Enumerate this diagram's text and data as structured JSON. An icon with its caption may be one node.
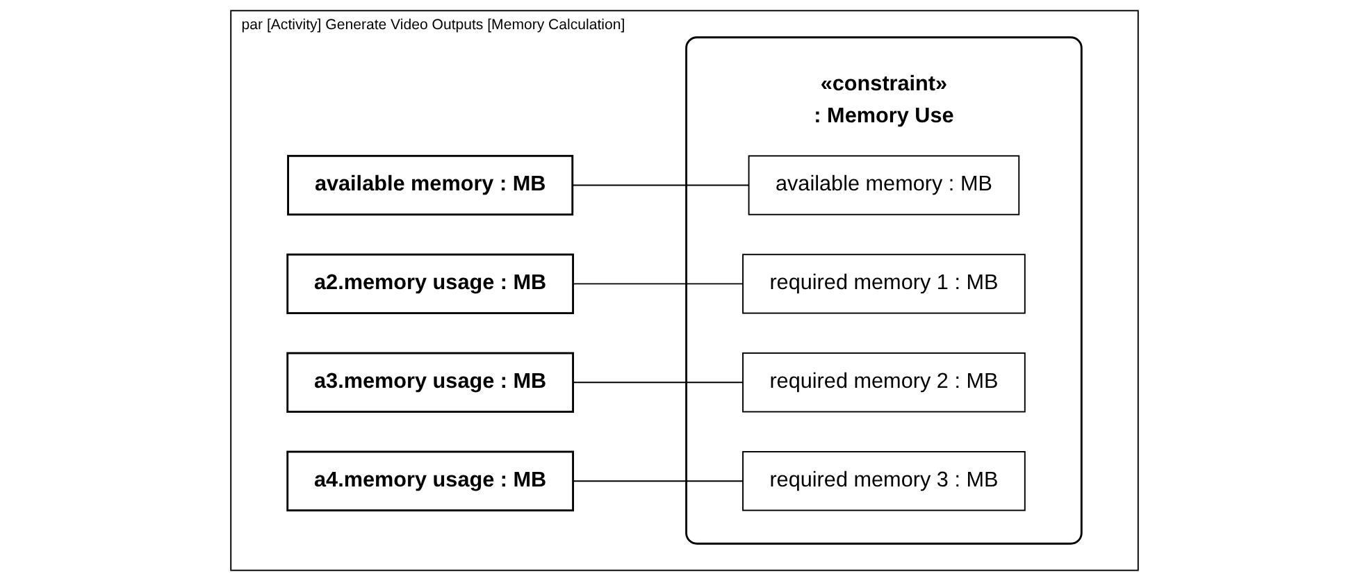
{
  "diagram": {
    "nodes": [
      {
        "text": [
          "par [Activity] Generate Video Outputs [Memory Calculation]"
        ]
      },
      {
        "text": [
          "«constraint»",
          ": Memory Use"
        ],
        "in": 0
      },
      {
        "text": [
          "available memory : MB"
        ],
        "in": 1
      },
      {
        "text": [
          "required memory 1 : MB"
        ],
        "in": 1
      },
      {
        "text": [
          "required memory 2 : MB"
        ],
        "in": 1
      },
      {
        "text": [
          "required memory 3 : MB"
        ],
        "in": 1
      },
      {
        "text": [
          "available memory : MB"
        ],
        "in": 0
      },
      {
        "text": [
          "a2.memory usage : MB"
        ],
        "in": 0
      },
      {
        "text": [
          "a3.memory usage : MB"
        ],
        "in": 0
      },
      {
        "text": [
          "a4.memory usage : MB"
        ],
        "in": 0
      }
    ],
    "edges": [
      {
        "from": 6,
        "to": 2,
        "arrow": "none"
      },
      {
        "from": 7,
        "to": 3,
        "arrow": "none"
      },
      {
        "from": 8,
        "to": 4,
        "arrow": "none"
      },
      {
        "from": 9,
        "to": 5,
        "arrow": "none"
      }
    ]
  }
}
